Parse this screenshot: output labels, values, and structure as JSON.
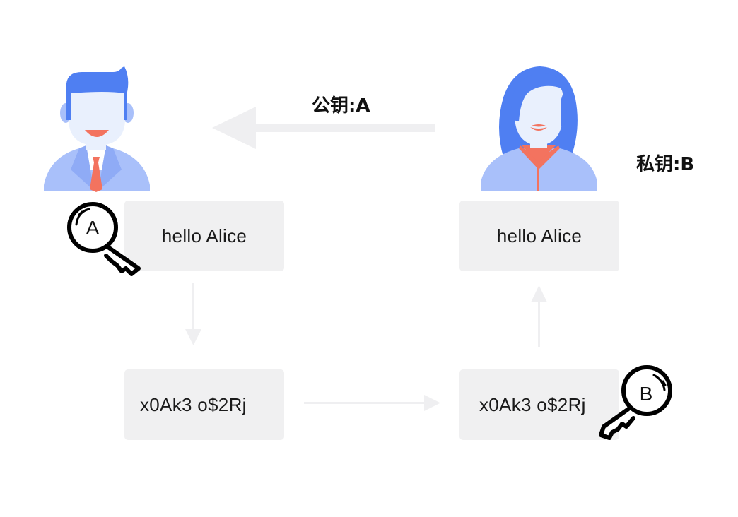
{
  "public_key_label": "公钥:A",
  "private_key_label": "私钥:B",
  "left_plaintext": "hello Alice",
  "right_plaintext": "hello Alice",
  "left_ciphertext": "x0Ak3 o$2Rj",
  "right_ciphertext": "x0Ak3 o$2Rj",
  "key_a_letter": "A",
  "key_b_letter": "B",
  "colors": {
    "person_blue": "#4f7ff2",
    "suit_light": "#a9c0fa",
    "face": "#e9f0fd",
    "accent_red": "#f3735f",
    "box_fill": "#f0f0f1",
    "arrow_gray": "#efeff1"
  }
}
